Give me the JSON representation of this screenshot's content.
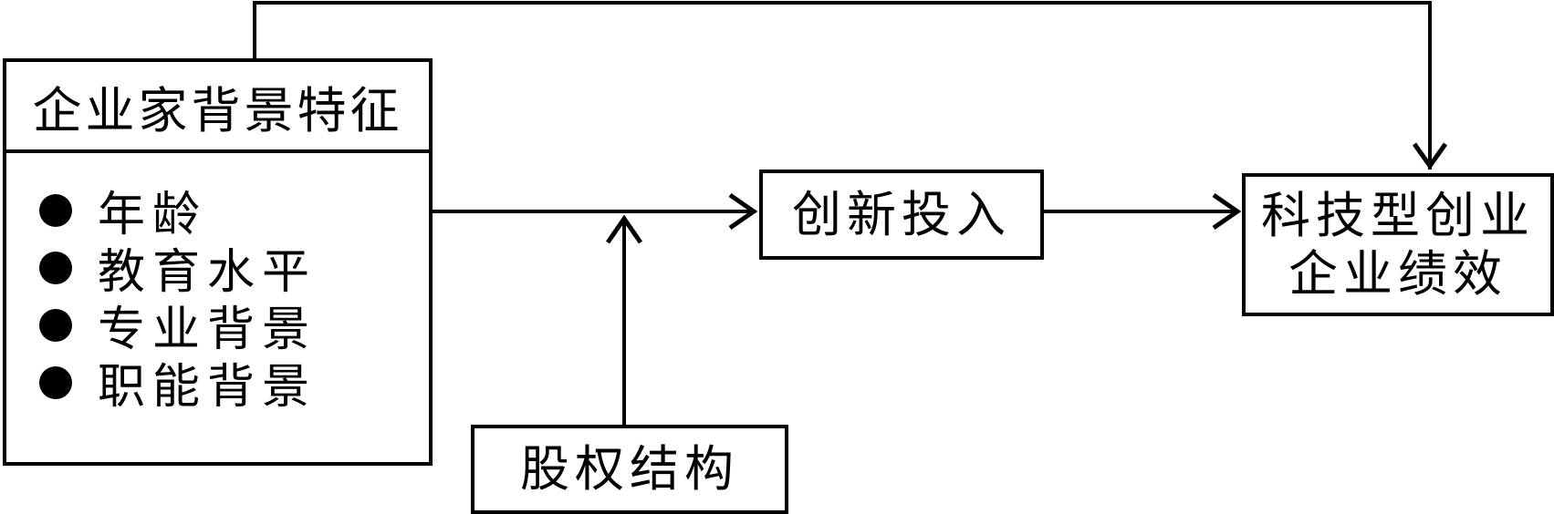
{
  "founder_box": {
    "title": "企业家背景特征",
    "items": [
      "年龄",
      "教育水平",
      "专业背景",
      "职能背景"
    ]
  },
  "innovation_box": {
    "label": "创新投入"
  },
  "performance_box": {
    "line1": "科技型创业",
    "line2": "企业绩效"
  },
  "ownership_box": {
    "label": "股权结构"
  }
}
